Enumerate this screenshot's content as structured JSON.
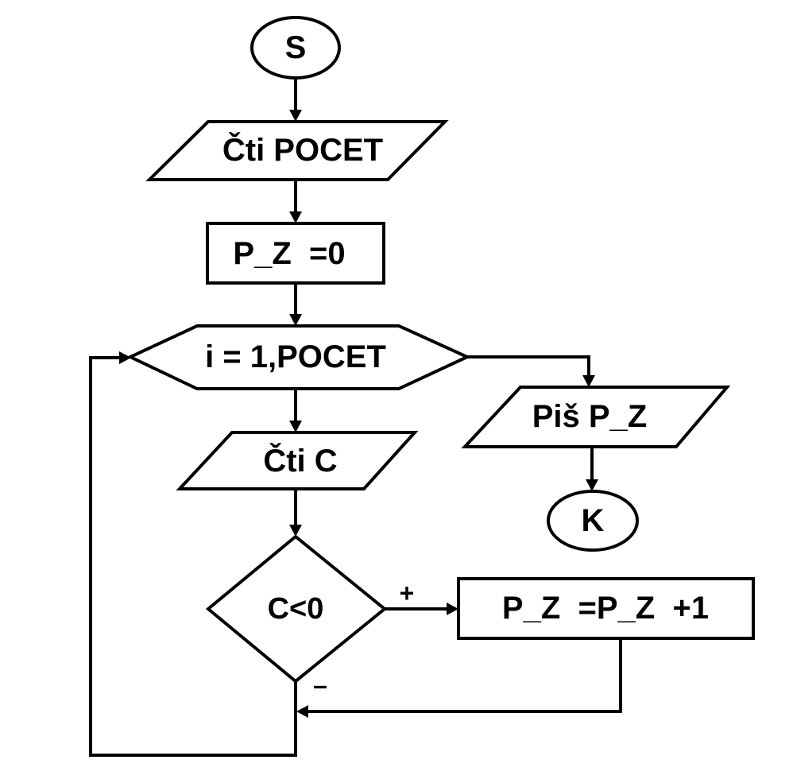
{
  "nodes": {
    "start": "S",
    "read_pocet": "Čti POCET",
    "init": "P_Z  =0",
    "loop": "i = 1,POCET",
    "read_c": "Čti C",
    "condition": "C<0",
    "increment": "P_Z  =P_Z  +1",
    "write": "Piš P_Z",
    "end": "K"
  },
  "branches": {
    "yes": "+",
    "no": "–"
  }
}
